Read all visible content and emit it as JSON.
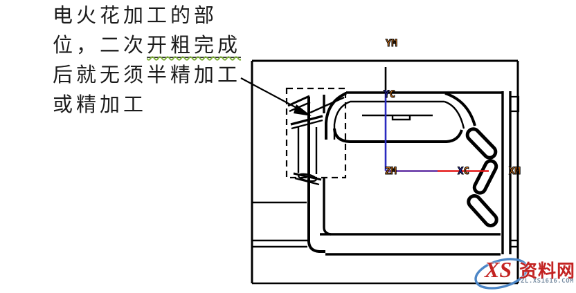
{
  "annotation": {
    "line1": "电火花加工的部",
    "line2_pre": "位，二次",
    "line2_underlined": "开粗完成",
    "line3": "后就无须半精加工",
    "line4": "或精加工"
  },
  "cad": {
    "axis_labels": {
      "ym": "YM",
      "yc_first": "Y",
      "yc_second": "C",
      "zm": "ZM",
      "xc_first": "X",
      "xc_second": "C",
      "xm": "XM"
    },
    "colors": {
      "label_orange": "#DD7A1E",
      "label_blue": "#2A2AC8",
      "x_axis_red": "#E41414",
      "y_axis_blue": "#2A2AC0",
      "axis_overlap_purple": "#5C28A0",
      "line_black": "#000000"
    }
  },
  "watermark": {
    "logo_text": "XS",
    "site_name": "资料网",
    "site_url": "ZL.XS1616.COM",
    "colors": {
      "red": "#C32322",
      "blue": "#4C86C6",
      "gray": "#7E92A6"
    }
  }
}
